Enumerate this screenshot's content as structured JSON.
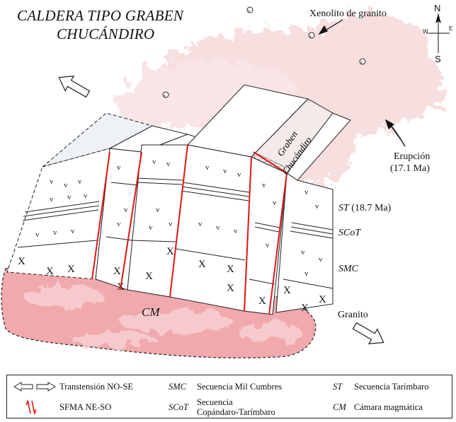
{
  "title": {
    "line1": "CALDERA TIPO GRABEN",
    "line2": "CHUCÁNDIRO"
  },
  "labels": {
    "xenolito": "Xenolito de granito",
    "erupcion_line1": "Erupción",
    "erupcion_line2": "(17.1 Ma)",
    "st_abbr": "ST",
    "st_age": "(18.7 Ma)",
    "scot": "SCoT",
    "smc": "SMC",
    "granito": "Granito",
    "cm": "CM",
    "graben_word": "Graben",
    "chucandiro_word": "Chucándiro"
  },
  "compass": {
    "n": "N",
    "s": "S",
    "e": "E",
    "w": "W"
  },
  "legend": {
    "transtension": "Transtensión NO-SE",
    "sfma": "SFMA NE-SO",
    "smc_abbr": "SMC",
    "smc_desc": "Secuencia Mil Cumbres",
    "scot_abbr": "SCoT",
    "scot_desc_line1": "Secuencia",
    "scot_desc_line2": "Copándaro-Tarímbaro",
    "st_abbr": "ST",
    "st_desc": "Secuencia Tarímbaro",
    "cm_abbr": "CM",
    "cm_desc": "Cámara magmática"
  },
  "colors": {
    "magma_pink": "#f1a9ad",
    "magma_light": "#f8d3d5",
    "eruption_cloud": "#f6d9da",
    "fault_red": "#e01515",
    "line": "#222222"
  },
  "icons": {
    "direction_arrows": "hollow-arrow",
    "fault_symbol": "half-arrow-fault",
    "xenolith": "circled-x"
  }
}
